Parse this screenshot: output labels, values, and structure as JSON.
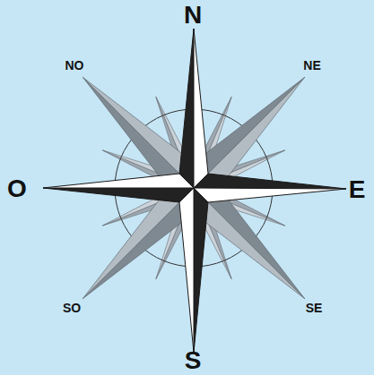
{
  "diagram": {
    "labels": [
      "N",
      "NE",
      "E",
      "SE",
      "S",
      "SO",
      "O",
      "NO"
    ]
  }
}
